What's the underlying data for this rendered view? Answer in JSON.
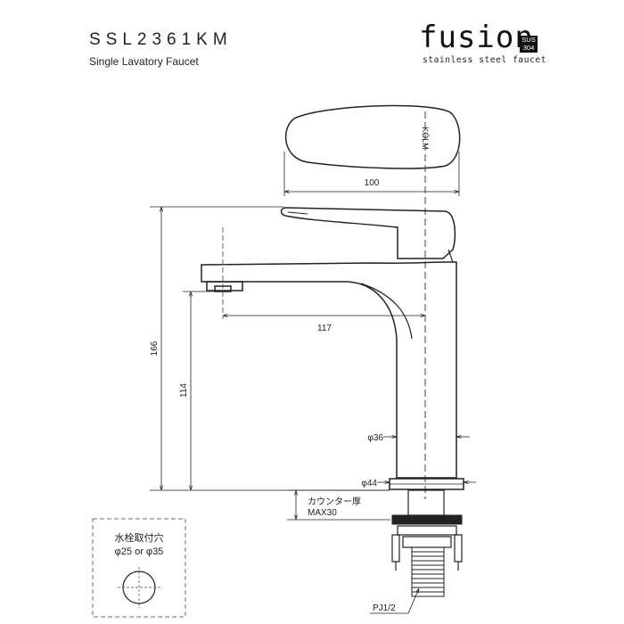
{
  "header": {
    "model": "SSL2361KM",
    "subtitle": "Single Lavatory Faucet",
    "brand": "fusion",
    "sus_line1": "SUS",
    "sus_line2": "304",
    "tagline": "stainless steel faucet"
  },
  "drawing": {
    "handle_logo": "KÖLM",
    "dim_handle_length": "100",
    "dim_spout_reach": "117",
    "dim_total_height": "166",
    "dim_spout_height": "114",
    "dim_body_diameter": "φ36",
    "dim_base_diameter": "φ44",
    "counter_label": "カウンター厚",
    "counter_max": "MAX30",
    "thread_label": "PJ1/2"
  },
  "hole_box": {
    "title": "水栓取付穴",
    "sizes": "φ25 or φ35"
  }
}
